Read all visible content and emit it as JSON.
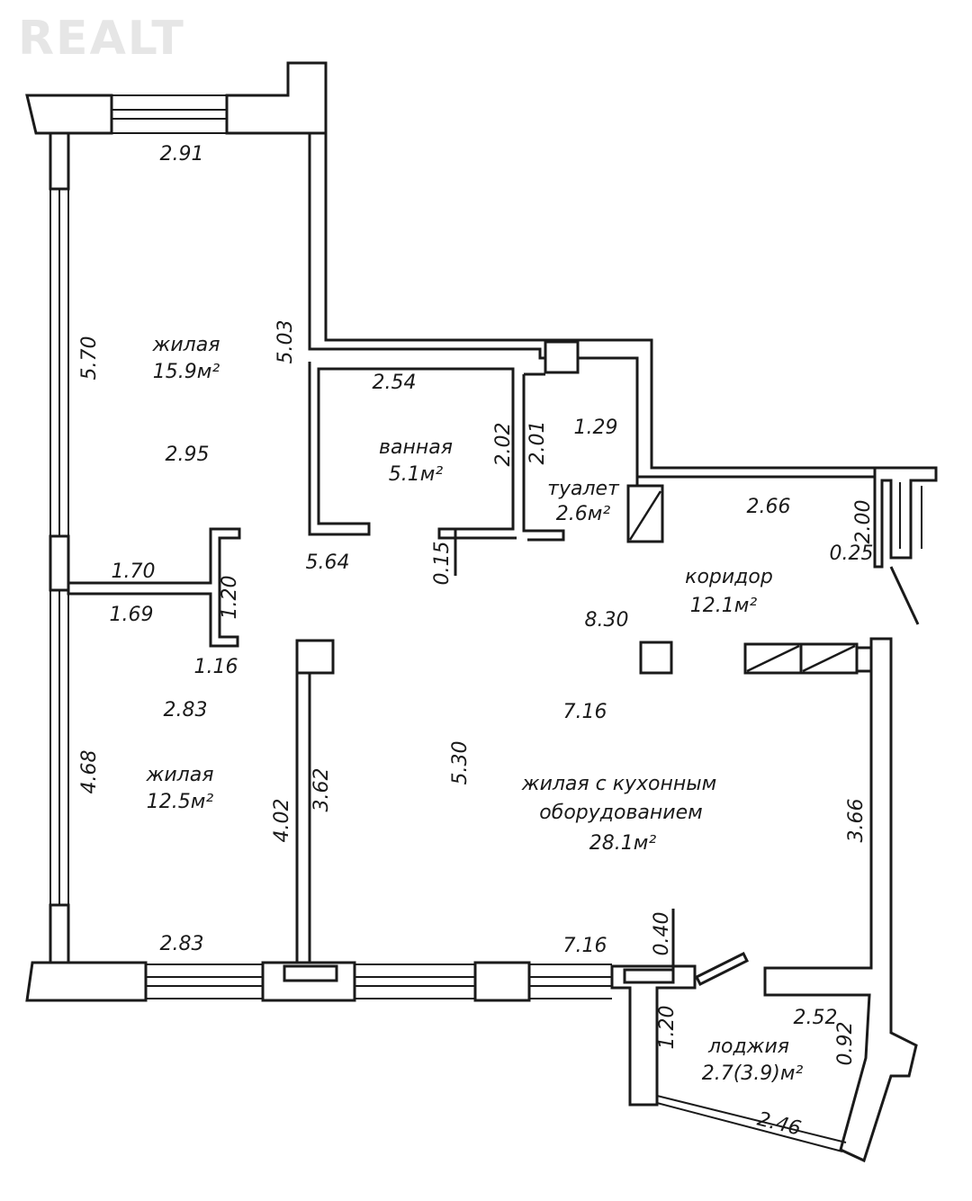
{
  "watermark": "REALT",
  "rooms": {
    "living1": {
      "name": "жилая",
      "area": "15.9м²"
    },
    "bath": {
      "name": "ванная",
      "area": "5.1м²"
    },
    "toilet": {
      "name": "туалет",
      "area": "2.6м²"
    },
    "corridor": {
      "name": "коридор",
      "area": "12.1м²"
    },
    "living2": {
      "name": "жилая",
      "area": "12.5м²"
    },
    "kitchen": {
      "line1": "жилая с кухонным",
      "line2": "оборудованием",
      "area": "28.1м²"
    },
    "loggia": {
      "name": "лоджия",
      "area": "2.7(3.9)м²"
    }
  },
  "dims": {
    "d_291": "2.91",
    "d_570": "5.70",
    "d_503": "5.03",
    "d_254": "2.54",
    "d_295": "2.95",
    "d_202": "2.02",
    "d_201": "2.01",
    "d_129": "1.29",
    "d_266": "2.66",
    "d_200": "2.00",
    "d_025": "0.25",
    "d_564": "5.64",
    "d_015": "0.15",
    "d_170": "1.70",
    "d_120a": "1.20",
    "d_169": "1.69",
    "d_116": "1.16",
    "d_830": "8.30",
    "d_283a": "2.83",
    "d_716a": "7.16",
    "d_468": "4.68",
    "d_402": "4.02",
    "d_362": "3.62",
    "d_530": "5.30",
    "d_366": "3.66",
    "d_283b": "2.83",
    "d_716b": "7.16",
    "d_040": "0.40",
    "d_120b": "1.20",
    "d_252": "2.52",
    "d_092": "0.92",
    "d_246": "2.46"
  }
}
